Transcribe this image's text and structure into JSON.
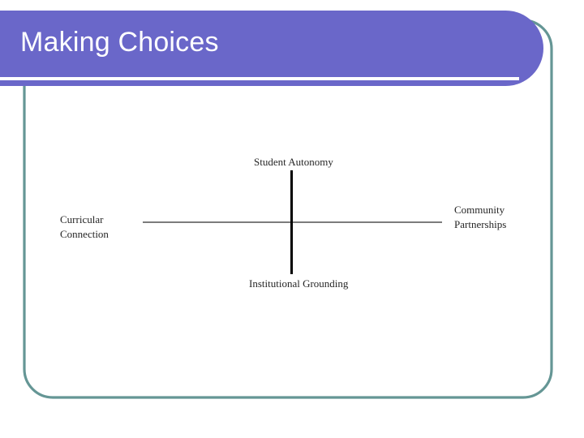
{
  "slide": {
    "title": "Making Choices",
    "theme": {
      "banner_color": "#6a67c9",
      "frame_color": "#659695",
      "title_color": "#ffffff",
      "background_color": "#ffffff",
      "horizontal_axis_color": "#7c7c7c",
      "vertical_axis_color": "#000000",
      "diagram_label_color": "#262626"
    }
  },
  "diagram": {
    "type": "two-axis-quadrant",
    "labels": {
      "top": "Student Autonomy",
      "bottom": "Institutional Grounding",
      "left_line1": "Curricular",
      "left_line2": "Connection",
      "right_line1": "Community",
      "right_line2": "Partnerships"
    }
  }
}
